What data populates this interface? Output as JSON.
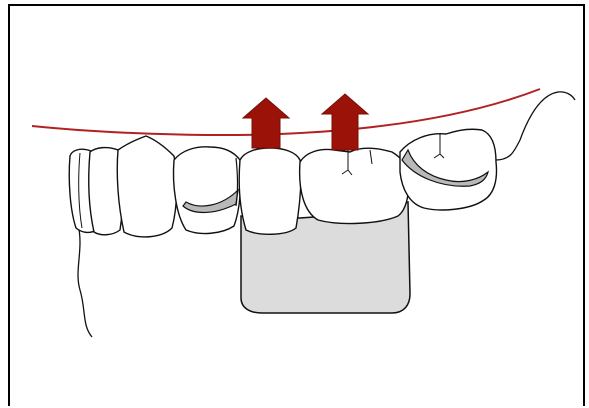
{
  "diagram": {
    "type": "dental-prosthesis-illustration",
    "colors": {
      "outline": "#111111",
      "tooth_fill": "#ffffff",
      "denture_base_fill": "#dcdcdc",
      "clasp_fill": "#b9b9b9",
      "occlusal_line": "#b22222",
      "arrow_fill": "#9b1209",
      "frame_border": "#000000"
    },
    "elements": [
      {
        "name": "occlusal-plane-line",
        "kind": "curve"
      },
      {
        "name": "upward-arrow-1",
        "kind": "arrow",
        "direction": "up"
      },
      {
        "name": "upward-arrow-2",
        "kind": "arrow",
        "direction": "up"
      },
      {
        "name": "left-abutment-teeth",
        "kind": "tooth-group"
      },
      {
        "name": "left-clasp",
        "kind": "clasp"
      },
      {
        "name": "replacement-tooth-1",
        "kind": "artificial-tooth"
      },
      {
        "name": "replacement-tooth-2",
        "kind": "artificial-tooth"
      },
      {
        "name": "denture-base",
        "kind": "saddle"
      },
      {
        "name": "right-abutment-molar",
        "kind": "tooth"
      },
      {
        "name": "right-clasp",
        "kind": "clasp"
      },
      {
        "name": "gingiva-outline-left",
        "kind": "soft-tissue-line"
      },
      {
        "name": "gingiva-outline-right",
        "kind": "soft-tissue-line"
      }
    ]
  }
}
